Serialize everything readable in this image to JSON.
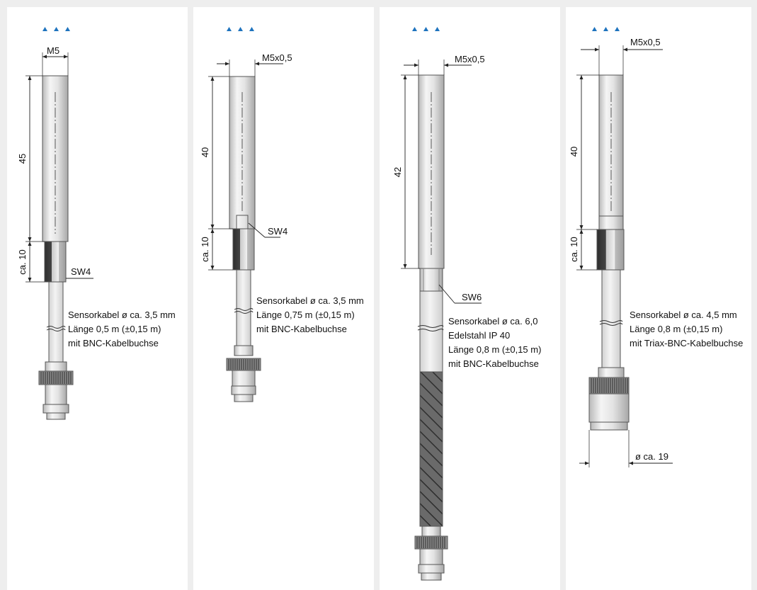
{
  "colors": {
    "background": "#eeeeee",
    "panel": "#ffffff",
    "accent": "#1e73be",
    "hatch": "#555555"
  },
  "sensors": [
    {
      "thread": "M5",
      "length": "45",
      "cable_length_dim": "ca. 10",
      "wrench": "SW4",
      "cable_lines": [
        "Sensorkabel ø ca. 3,5 mm",
        "Länge 0,5 m (±0,15 m)",
        "mit BNC-Kabelbuchse"
      ]
    },
    {
      "thread": "M5x0,5",
      "length": "40",
      "cable_length_dim": "ca. 10",
      "wrench": "SW4",
      "cable_lines": [
        "Sensorkabel ø ca. 3,5 mm",
        "Länge 0,75 m (±0,15 m)",
        "mit BNC-Kabelbuchse"
      ]
    },
    {
      "thread": "M5x0,5",
      "length": "42",
      "wrench": "SW6",
      "cable_lines": [
        "Sensorkabel ø ca. 6,0",
        "Edelstahl IP 40",
        "Länge 0,8 m (±0,15 m)",
        "mit BNC-Kabelbuchse"
      ]
    },
    {
      "thread": "M5x0,5",
      "length": "40",
      "cable_length_dim": "ca. 10",
      "connector_dim": "ø ca. 19",
      "cable_lines": [
        "Sensorkabel ø ca. 4,5 mm",
        "Länge 0,8 m (±0,15 m)",
        "mit Triax-BNC-Kabelbuchse"
      ]
    }
  ]
}
